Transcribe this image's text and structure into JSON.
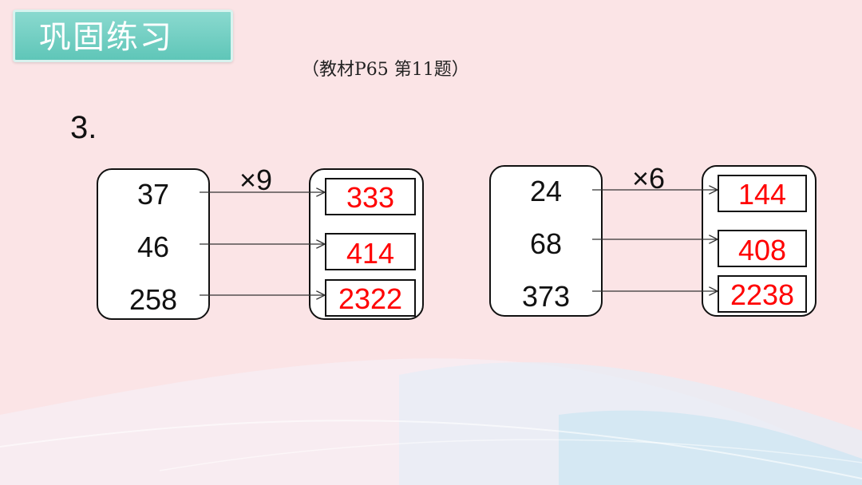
{
  "slide": {
    "title": "巩固练习",
    "source": "（教材P65  第11题）",
    "question_number": "3."
  },
  "groups": [
    {
      "operator": "×9",
      "inputs": [
        "37",
        "46",
        "258"
      ],
      "outputs": [
        "333",
        "414",
        "2322"
      ]
    },
    {
      "operator": "×6",
      "inputs": [
        "24",
        "68",
        "373"
      ],
      "outputs": [
        "144",
        "408",
        "2238"
      ]
    }
  ],
  "colors": {
    "background": "#fbe4e6",
    "title_badge": "#6fcfc2",
    "answer": "#ff0000"
  }
}
